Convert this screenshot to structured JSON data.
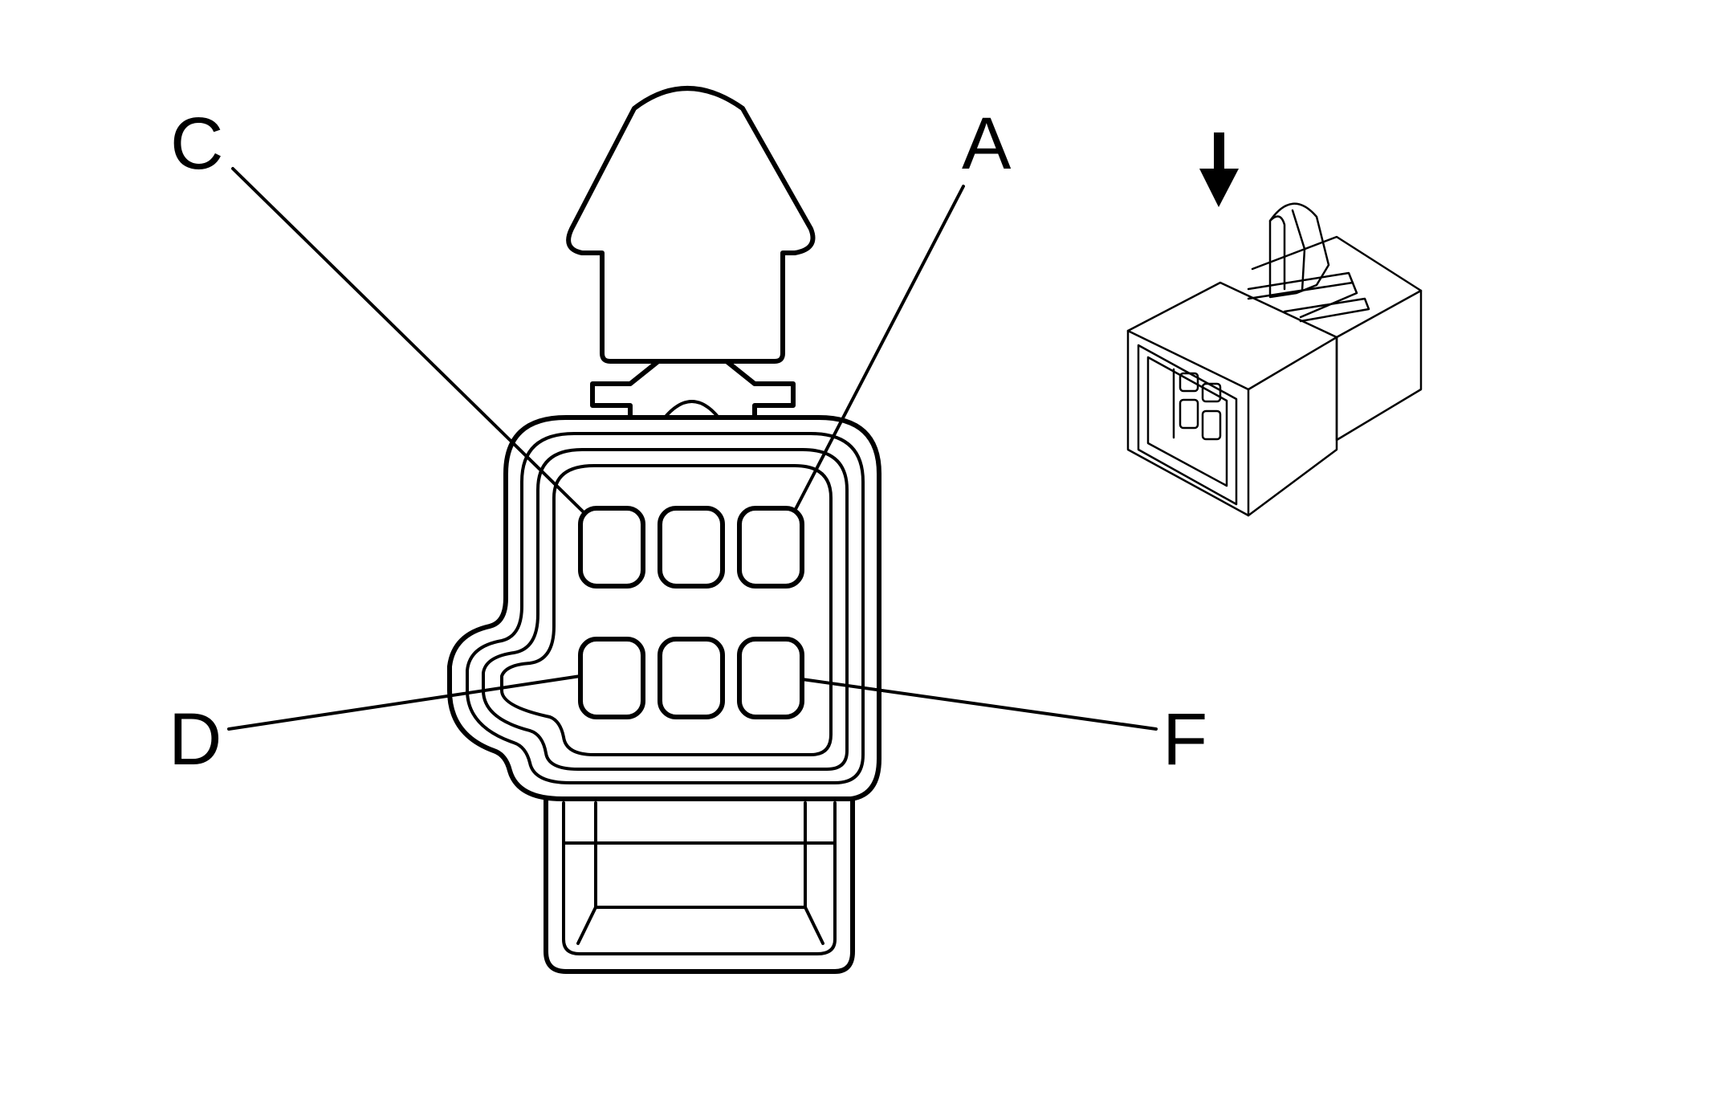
{
  "pins": {
    "c": "C",
    "a": "A",
    "d": "D",
    "f": "F"
  },
  "icons": {
    "direction_arrow": "down-arrow-icon",
    "connector_thumbnail": "connector-3d-icon"
  },
  "colors": {
    "line": "#000000",
    "background": "#ffffff"
  }
}
